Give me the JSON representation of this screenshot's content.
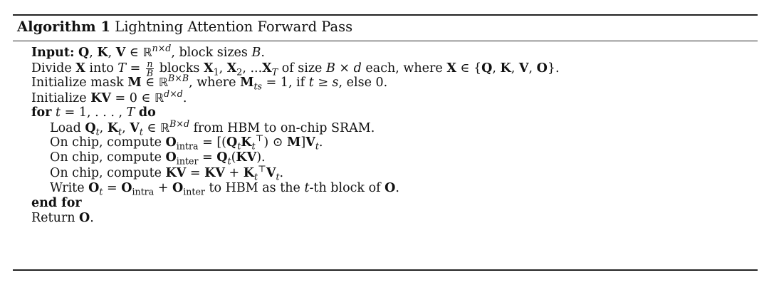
{
  "caption": {
    "label": "Algorithm 1",
    "title": "Lightning Attention Forward Pass"
  },
  "keywords": {
    "input": "Input:",
    "for": "for",
    "do": "do",
    "end_for": "end for"
  },
  "lines": [
    "Input: Q, K, V ∈ ℝ^{n×d}, block sizes B.",
    "Divide X into T = n/B blocks X_1, X_2, ...X_T of size B × d each, where X ∈ {Q, K, V, O}.",
    "Initialize mask M ∈ ℝ^{B×B}, where M_ts = 1, if t ≥ s, else 0.",
    "Initialize KV = 0 ∈ ℝ^{d×d}.",
    "for t = 1, . . . , T do",
    "Load Q_t, K_t, V_t ∈ ℝ^{B×d} from HBM to on-chip SRAM.",
    "On chip, compute O_intra = [(Q_t K_t^⊤) ⊙ M]V_t.",
    "On chip, compute O_inter = Q_t(KV).",
    "On chip, compute KV = KV + K_t^⊤ V_t.",
    "Write O_t = O_intra + O_inter to HBM as the t-th block of O.",
    "end for",
    "Return O."
  ]
}
